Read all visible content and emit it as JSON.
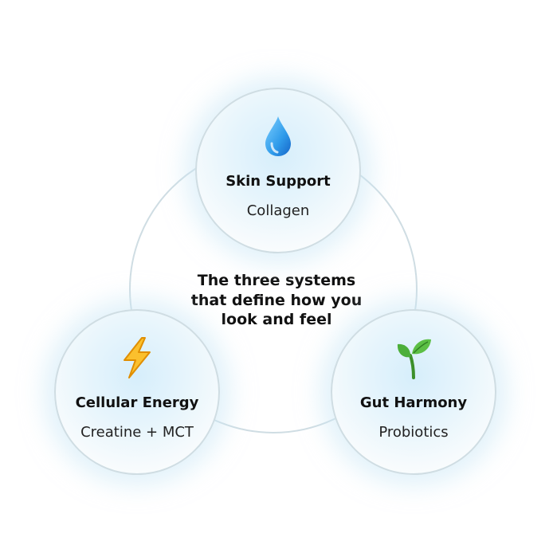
{
  "center": {
    "line1": "The three systems",
    "line2": "that define how you",
    "line3": "look and feel"
  },
  "nodes": {
    "top": {
      "icon": "water-drop-icon",
      "title": "Skin Support",
      "subtitle": "Collagen"
    },
    "left": {
      "icon": "lightning-bolt-icon",
      "title": "Cellular Energy",
      "subtitle": "Creatine + MCT"
    },
    "right": {
      "icon": "seedling-icon",
      "title": "Gut Harmony",
      "subtitle": "Probiotics"
    }
  },
  "colors": {
    "ring": "#cfdde3",
    "node_glow": "#d6eefb",
    "drop": "#2f9bea",
    "bolt": "#f8b81e",
    "leaf": "#3f9a2f"
  }
}
